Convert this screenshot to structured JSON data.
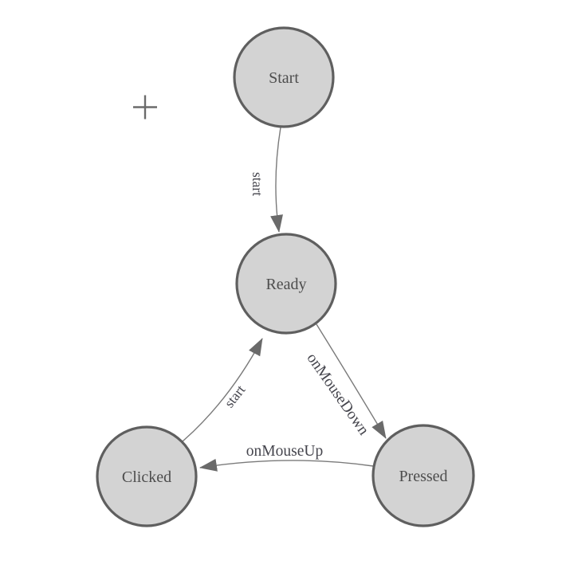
{
  "diagram": {
    "nodes": [
      {
        "id": "start",
        "label": "Start"
      },
      {
        "id": "ready",
        "label": "Ready"
      },
      {
        "id": "clicked",
        "label": "Clicked"
      },
      {
        "id": "pressed",
        "label": "Pressed"
      }
    ],
    "edges": [
      {
        "from": "start",
        "to": "ready",
        "label": "start"
      },
      {
        "from": "ready",
        "to": "pressed",
        "label": "onMouseDown"
      },
      {
        "from": "pressed",
        "to": "clicked",
        "label": "onMouseUp"
      },
      {
        "from": "clicked",
        "to": "ready",
        "label": "start"
      }
    ]
  },
  "tools": {
    "add_tool_icon": "plus"
  },
  "colors": {
    "background": "#ffffff",
    "node_fill": "#d3d3d3",
    "node_stroke": "#5f5f5f",
    "node_text": "#4d4d4d",
    "edge_line": "#7a7a7a",
    "arrowhead": "#6a6a6a",
    "label_text": "#45454d",
    "plus_icon": "#6b6b6b"
  }
}
